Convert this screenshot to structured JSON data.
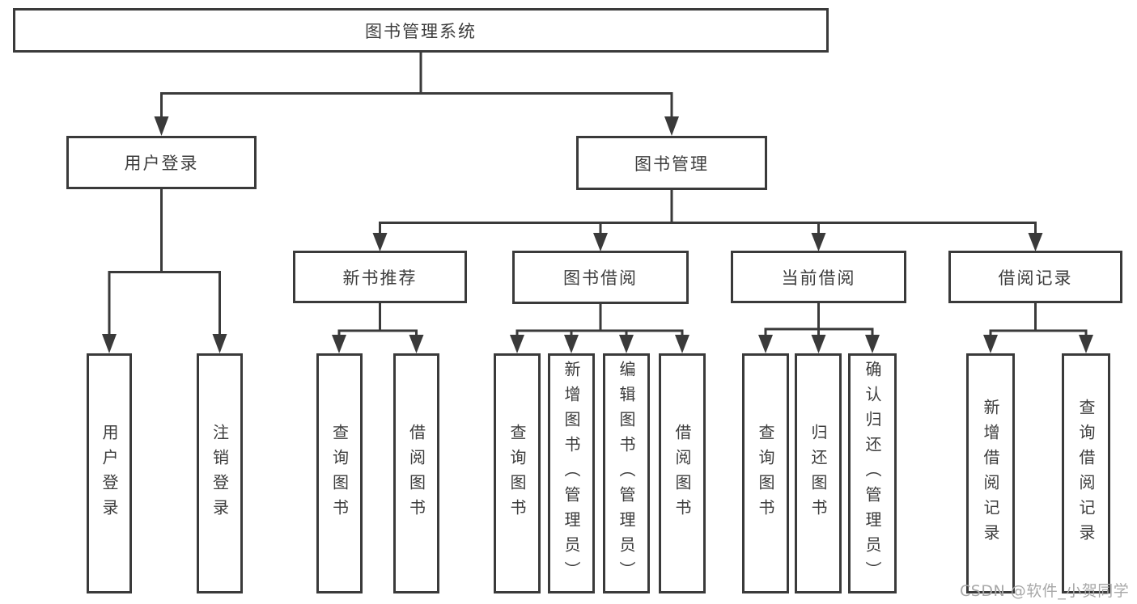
{
  "diagram": {
    "root": {
      "label": "图书管理系统"
    },
    "branches": [
      {
        "label": "用户登录",
        "children": [
          "用户登录",
          "注销登录"
        ]
      },
      {
        "label": "图书管理",
        "children": [
          {
            "label": "新书推荐",
            "children": [
              "查询图书",
              "借阅图书"
            ]
          },
          {
            "label": "图书借阅",
            "children": [
              "查询图书",
              "新增图书（管理员）",
              "编辑图书（管理员）",
              "借阅图书"
            ]
          },
          {
            "label": "当前借阅",
            "children": [
              "查询图书",
              "归还图书",
              "确认归还（管理员）"
            ]
          },
          {
            "label": "借阅记录",
            "children": [
              "新增借阅记录",
              "查询借阅记录"
            ]
          }
        ]
      }
    ]
  },
  "watermark": {
    "text": "CSDN @软件_小贺同学"
  },
  "colors": {
    "line": "#3a3a3a",
    "text": "#3d3d3d",
    "watermark": "#a8a8a8",
    "background": "#ffffff"
  }
}
